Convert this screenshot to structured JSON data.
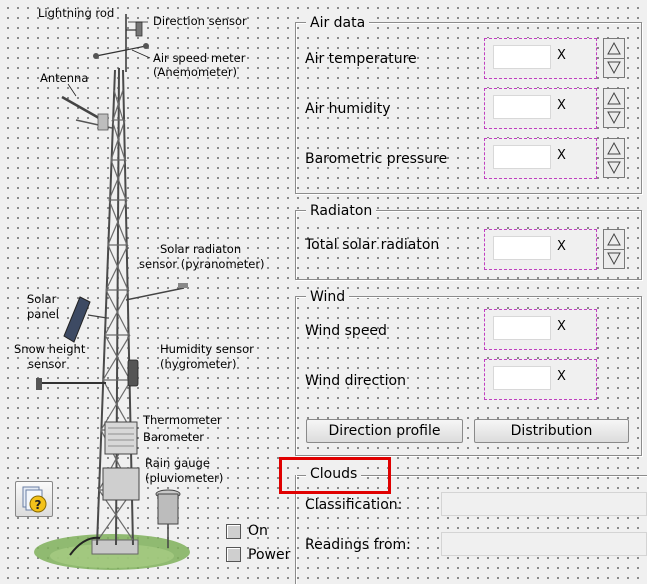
{
  "tower": {
    "labels": {
      "lightning_rod": "Lightning rod",
      "direction_sensor": "Direction sensor",
      "air_speed_meter": "Air speed meter",
      "anemometer": "(Anemometer)",
      "antenna": "Antenna",
      "solar_radiation_sensor": "Solar radiaton",
      "pyranometer": "sensor (pyranometer)",
      "solar_panel_1": "Solar",
      "solar_panel_2": "panel",
      "snow_height_1": "Snow height",
      "snow_height_2": "sensor",
      "humidity_sensor": "Humidity sensor",
      "hygrometer": "(hygrometer)",
      "thermometer": "Thermometer",
      "barometer": "Barometer",
      "rain_gauge": "Rain gauge",
      "pluviometer": "(pluviometer)"
    }
  },
  "air_data": {
    "title": "Air data",
    "rows": [
      {
        "label": "Air temperature",
        "unit": "X"
      },
      {
        "label": "Air humidity",
        "unit": "X"
      },
      {
        "label": "Barometric pressure",
        "unit": "X"
      }
    ]
  },
  "radiation": {
    "title": "Radiaton",
    "rows": [
      {
        "label": "Total solar radiaton",
        "unit": "X"
      }
    ]
  },
  "wind": {
    "title": "Wind",
    "rows": [
      {
        "label": "Wind speed",
        "unit": "X"
      },
      {
        "label": "Wind direction",
        "unit": "X"
      }
    ],
    "buttons": {
      "direction_profile": "Direction profile",
      "distribution": "Distribution"
    }
  },
  "clouds": {
    "title": "Clouds",
    "classification_label": "Classification:",
    "readings_label": "Readings from:",
    "classification_value": "",
    "readings_value": ""
  },
  "controls": {
    "on_label": "On",
    "power_label": "Power"
  },
  "icons": {
    "help": "help-icon",
    "spin": "spin-updown-icon"
  },
  "colors": {
    "highlight": "#e00000",
    "value_border": "#c040c0"
  }
}
